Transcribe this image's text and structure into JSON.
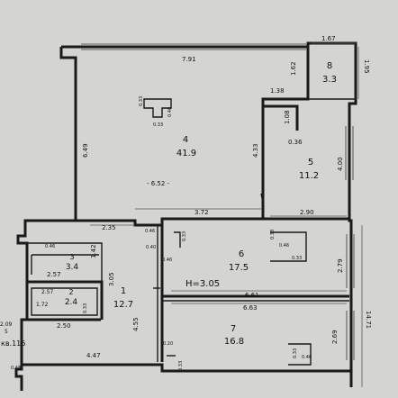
{
  "rooms": {
    "r1": {
      "number": "1",
      "area": "12.7"
    },
    "r2": {
      "number": "2",
      "area": "2.4"
    },
    "r3": {
      "number": "3",
      "area": "3.4"
    },
    "r4": {
      "number": "4",
      "area": "41.9"
    },
    "r5": {
      "number": "5",
      "area": "11.2"
    },
    "r6": {
      "number": "6",
      "area": "17.5"
    },
    "r7": {
      "number": "7",
      "area": "16.8"
    },
    "r8": {
      "number": "8",
      "area": "3.3"
    }
  },
  "height_label": "H=3.05",
  "apartment_label": "кв.116",
  "dimensions": {
    "d_1_67": "1.67",
    "d_7_91": "7.91",
    "d_1_62": "1.62",
    "d_1_95": "1.95",
    "d_1_38": "1.38",
    "d_6_49": "6.49",
    "d_1_08": "1.08",
    "d_0_36": "0.36",
    "d_4_33": "4.33",
    "d_4_00": "4.00",
    "d_6_52": "- 6.52 -",
    "d_3_72": "3.72",
    "d_2_90": "2.90",
    "d_2_35": "2.35",
    "d_2_79": "2.79",
    "d_1_42": "1.42",
    "d_2_57a": "2.57",
    "d_3_05": "3.05",
    "d_2_57b": "2.57",
    "d_1_72": "1.72",
    "d_6_61": "6.61",
    "d_6_63": "6.63",
    "d_14_71": "14.71",
    "d_2_50": "2.50",
    "d_4_55": "4.55",
    "d_2_69": "2.69",
    "d_4_47": "4.47",
    "d_2_09": "2.09",
    "d_0_5": "5",
    "d_0_33a": "0.33",
    "d_0_46a": "0.46",
    "d_0_33b": "0.33",
    "d_0_33c": "0.33",
    "d_0_46b": "0.46",
    "d_0_33d": "0.33",
    "d_0_20": "0.20",
    "d_0_40": "0.40",
    "d_0_46c": "0.46",
    "d_0_33e": "0.33",
    "d_0_46d": "0.46",
    "d_0_33f": "0.33",
    "d_0_46e": "0.46",
    "d_0_46f": "0.46",
    "d_0_33g": "0.33",
    "d_0_33h": "0.33",
    "d_0_48": "0.48"
  }
}
